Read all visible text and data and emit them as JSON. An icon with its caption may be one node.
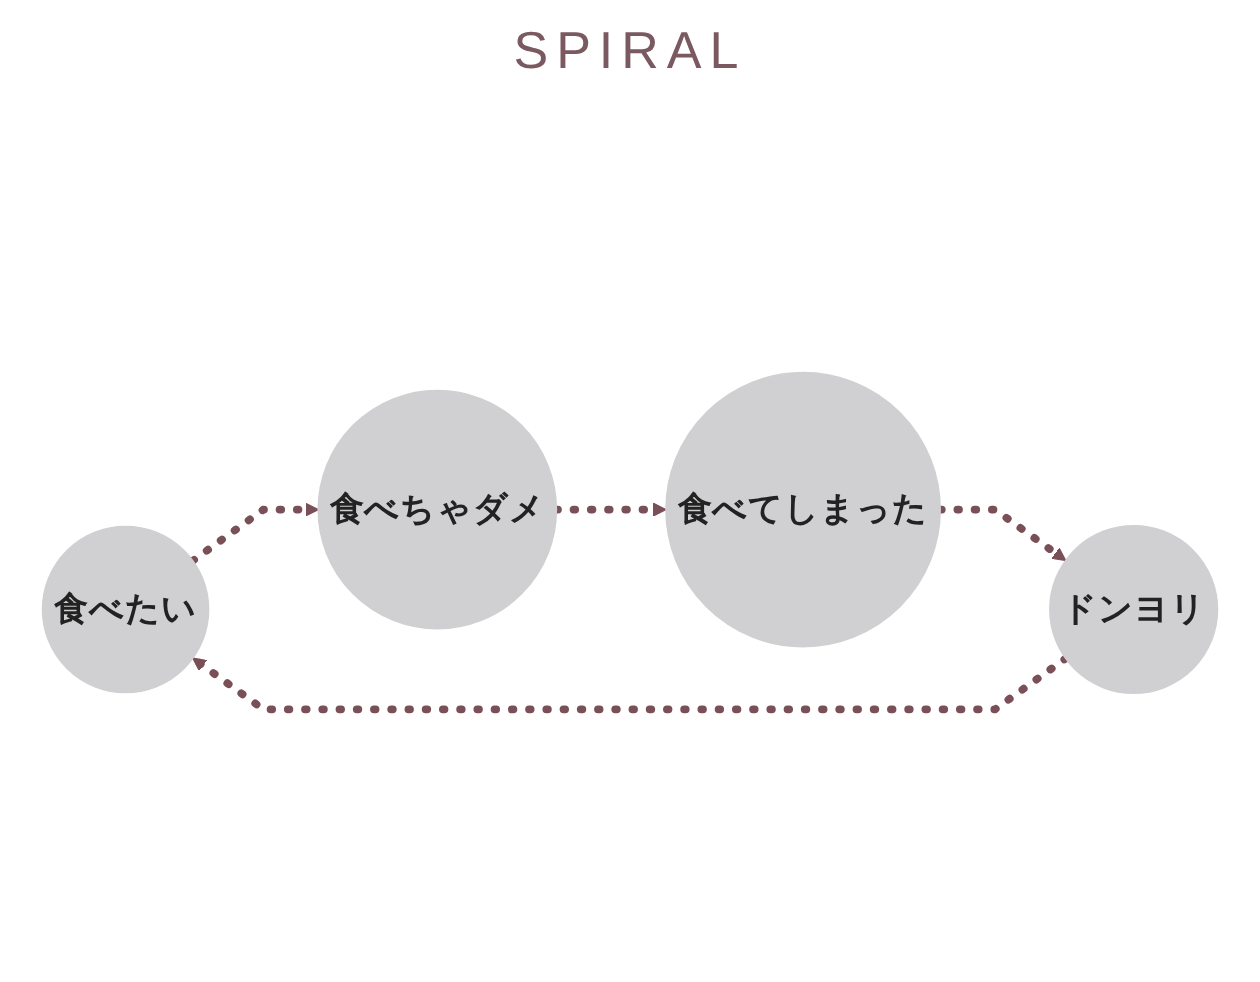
{
  "diagram": {
    "nodes": [
      {
        "text": [
          "食べたい"
        ]
      },
      {
        "text": [
          "ドンヨリ"
        ]
      },
      {
        "text": [
          "食べちゃダメ"
        ]
      },
      {
        "text": [
          "食べてしまった"
        ]
      }
    ],
    "edges": [
      {
        "from": 0,
        "to": 2,
        "arrow": "to",
        "style": "dashed"
      },
      {
        "from": 2,
        "to": 3,
        "arrow": "to",
        "style": "dashed"
      },
      {
        "from": 3,
        "to": 1,
        "arrow": "to",
        "style": "dashed"
      },
      {
        "from": 1,
        "to": 0,
        "arrow": "to",
        "style": "dashed"
      }
    ],
    "labels": [
      "SPIRAL"
    ]
  }
}
